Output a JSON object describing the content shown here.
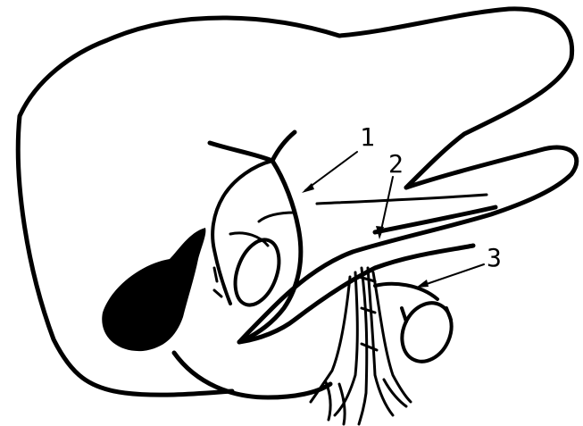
{
  "diagram": {
    "labels": [
      {
        "id": "label-1",
        "text": "1"
      },
      {
        "id": "label-2",
        "text": "2"
      },
      {
        "id": "label-3",
        "text": "3"
      }
    ],
    "colors": {
      "ink": "#000000",
      "background": "#ffffff"
    }
  }
}
